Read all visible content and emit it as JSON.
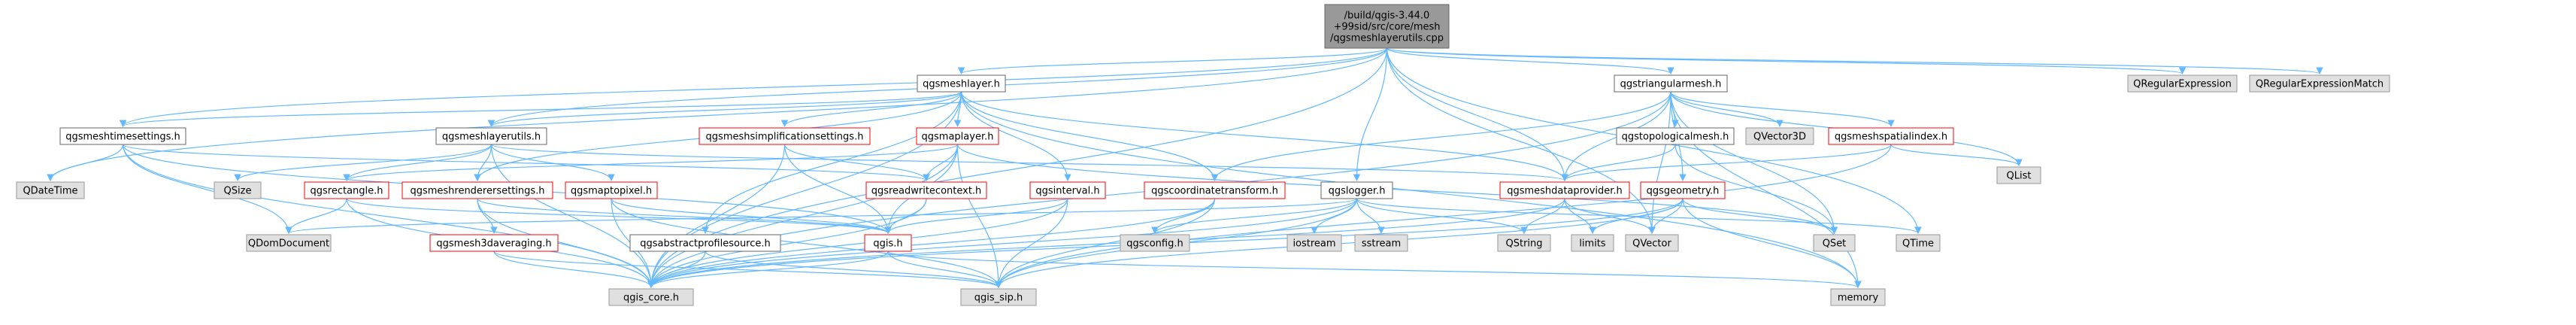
{
  "graph": {
    "colors": {
      "root_fill": "#999999",
      "root_stroke": "#666666",
      "documented_fill": "#ffffff",
      "documented_stroke": "#666666",
      "red_stroke": "#ff0000",
      "external_fill": "#e0e0e0",
      "external_stroke": "#999999",
      "edge": "#63b8ff"
    },
    "nodes": [
      {
        "id": "root",
        "kind": "root",
        "lines": [
          "/build/qgis-3.44.0",
          "+99sid/src/core/mesh",
          "/qgsmeshlayerutils.cpp"
        ]
      },
      {
        "id": "qgsmeshlayer_h",
        "kind": "doc",
        "lines": [
          "qgsmeshlayer.h"
        ]
      },
      {
        "id": "qgstriangularmesh_h",
        "kind": "doc",
        "lines": [
          "qgstriangularmesh.h"
        ]
      },
      {
        "id": "QRegularExpression",
        "kind": "ext",
        "lines": [
          "QRegularExpression"
        ]
      },
      {
        "id": "QRegularExpressionMatch",
        "kind": "ext",
        "lines": [
          "QRegularExpressionMatch"
        ]
      },
      {
        "id": "qgsmeshtimesettings_h",
        "kind": "doc",
        "lines": [
          "qgsmeshtimesettings.h"
        ]
      },
      {
        "id": "qgsmeshlayerutils_h",
        "kind": "doc",
        "lines": [
          "qgsmeshlayerutils.h"
        ]
      },
      {
        "id": "qgsmeshsimplificationsettings_h",
        "kind": "red",
        "lines": [
          "qgsmeshsimplificationsettings.h"
        ]
      },
      {
        "id": "qgsmaplayer_h",
        "kind": "red",
        "lines": [
          "qgsmaplayer.h"
        ]
      },
      {
        "id": "qgstopologicalmesh_h",
        "kind": "doc",
        "lines": [
          "qgstopologicalmesh.h"
        ]
      },
      {
        "id": "QVector3D",
        "kind": "ext",
        "lines": [
          "QVector3D"
        ]
      },
      {
        "id": "qgsmeshspatialindex_h",
        "kind": "red",
        "lines": [
          "qgsmeshspatialindex.h"
        ]
      },
      {
        "id": "QList",
        "kind": "ext",
        "lines": [
          "QList"
        ]
      },
      {
        "id": "QDateTime",
        "kind": "ext",
        "lines": [
          "QDateTime"
        ]
      },
      {
        "id": "QSize",
        "kind": "ext",
        "lines": [
          "QSize"
        ]
      },
      {
        "id": "qgsrectangle_h",
        "kind": "red",
        "lines": [
          "qgsrectangle.h"
        ]
      },
      {
        "id": "qgsmeshrenderersettings_h",
        "kind": "red",
        "lines": [
          "qgsmeshrenderersettings.h"
        ]
      },
      {
        "id": "qgsmaptopixel_h",
        "kind": "red",
        "lines": [
          "qgsmaptopixel.h"
        ]
      },
      {
        "id": "qgsreadwritecontext_h",
        "kind": "red",
        "lines": [
          "qgsreadwritecontext.h"
        ]
      },
      {
        "id": "qgsinterval_h",
        "kind": "red",
        "lines": [
          "qgsinterval.h"
        ]
      },
      {
        "id": "qgscoordinatetransform_h",
        "kind": "red",
        "lines": [
          "qgscoordinatetransform.h"
        ]
      },
      {
        "id": "qgslogger_h",
        "kind": "doc",
        "lines": [
          "qgslogger.h"
        ]
      },
      {
        "id": "qgsmeshdataprovider_h",
        "kind": "red",
        "lines": [
          "qgsmeshdataprovider.h"
        ]
      },
      {
        "id": "qgsgeometry_h",
        "kind": "red",
        "lines": [
          "qgsgeometry.h"
        ]
      },
      {
        "id": "QSet",
        "kind": "ext",
        "lines": [
          "QSet"
        ]
      },
      {
        "id": "QTime",
        "kind": "ext",
        "lines": [
          "QTime"
        ]
      },
      {
        "id": "QDomDocument",
        "kind": "ext",
        "lines": [
          "QDomDocument"
        ]
      },
      {
        "id": "qgsmesh3daveraging_h",
        "kind": "red",
        "lines": [
          "qgsmesh3daveraging.h"
        ]
      },
      {
        "id": "qgsabstractprofilesource_h",
        "kind": "doc",
        "lines": [
          "qgsabstractprofilesource.h"
        ]
      },
      {
        "id": "qgis_h",
        "kind": "red",
        "lines": [
          "qgis.h"
        ]
      },
      {
        "id": "qgsconfig_h",
        "kind": "ext",
        "lines": [
          "qgsconfig.h"
        ]
      },
      {
        "id": "iostream",
        "kind": "ext",
        "lines": [
          "iostream"
        ]
      },
      {
        "id": "sstream",
        "kind": "ext",
        "lines": [
          "sstream"
        ]
      },
      {
        "id": "QString",
        "kind": "ext",
        "lines": [
          "QString"
        ]
      },
      {
        "id": "limits",
        "kind": "ext",
        "lines": [
          "limits"
        ]
      },
      {
        "id": "QVector",
        "kind": "ext",
        "lines": [
          "QVector"
        ]
      },
      {
        "id": "qgis_core_h",
        "kind": "ext",
        "lines": [
          "qgis_core.h"
        ]
      },
      {
        "id": "qgis_sip_h",
        "kind": "ext",
        "lines": [
          "qgis_sip.h"
        ]
      },
      {
        "id": "memory",
        "kind": "ext",
        "lines": [
          "memory"
        ]
      }
    ],
    "edges": [
      [
        "root",
        "qgsmeshlayer_h"
      ],
      [
        "root",
        "qgstriangularmesh_h"
      ],
      [
        "root",
        "QRegularExpression"
      ],
      [
        "root",
        "QRegularExpressionMatch"
      ],
      [
        "root",
        "qgsmeshtimesettings_h"
      ],
      [
        "root",
        "QDateTime"
      ],
      [
        "root",
        "qgsmeshdataprovider_h"
      ],
      [
        "root",
        "qgslogger_h"
      ],
      [
        "root",
        "QVector"
      ],
      [
        "root",
        "QTime"
      ],
      [
        "root",
        "qgis_core_h"
      ],
      [
        "root",
        "qgsmeshlayerutils_h"
      ],
      [
        "qgsmeshlayer_h",
        "qgsmeshtimesettings_h"
      ],
      [
        "qgsmeshlayer_h",
        "qgsmeshlayerutils_h"
      ],
      [
        "qgsmeshlayer_h",
        "qgsmeshsimplificationsettings_h"
      ],
      [
        "qgsmeshlayer_h",
        "qgsmaplayer_h"
      ],
      [
        "qgsmeshlayer_h",
        "qgsinterval_h"
      ],
      [
        "qgsmeshlayer_h",
        "qgscoordinatetransform_h"
      ],
      [
        "qgsmeshlayer_h",
        "qgsmeshdataprovider_h"
      ],
      [
        "qgsmeshlayer_h",
        "qgsabstractprofilesource_h"
      ],
      [
        "qgsmeshlayer_h",
        "qgsmeshrenderersettings_h"
      ],
      [
        "qgsmeshlayer_h",
        "qgis_core_h"
      ],
      [
        "qgsmeshlayer_h",
        "memory"
      ],
      [
        "qgstriangularmesh_h",
        "qgstopologicalmesh_h"
      ],
      [
        "qgstriangularmesh_h",
        "QVector3D"
      ],
      [
        "qgstriangularmesh_h",
        "qgsmeshspatialindex_h"
      ],
      [
        "qgstriangularmesh_h",
        "QList"
      ],
      [
        "qgstriangularmesh_h",
        "qgsmeshdataprovider_h"
      ],
      [
        "qgstriangularmesh_h",
        "qgsgeometry_h"
      ],
      [
        "qgstriangularmesh_h",
        "qgscoordinatetransform_h"
      ],
      [
        "qgstriangularmesh_h",
        "QSet"
      ],
      [
        "qgstriangularmesh_h",
        "memory"
      ],
      [
        "qgstriangularmesh_h",
        "qgis_core_h"
      ],
      [
        "qgstriangularmesh_h",
        "QVector"
      ],
      [
        "qgsmeshtimesettings_h",
        "QDateTime"
      ],
      [
        "qgsmeshtimesettings_h",
        "QDomDocument"
      ],
      [
        "qgsmeshtimesettings_h",
        "qgsreadwritecontext_h"
      ],
      [
        "qgsmeshtimesettings_h",
        "qgis_core_h"
      ],
      [
        "qgsmeshtimesettings_h",
        "qgis_h"
      ],
      [
        "qgsmeshlayerutils_h",
        "qgsrectangle_h"
      ],
      [
        "qgsmeshlayerutils_h",
        "qgsmaptopixel_h"
      ],
      [
        "qgsmeshlayerutils_h",
        "qgsmeshdataprovider_h"
      ],
      [
        "qgsmeshlayerutils_h",
        "QSize"
      ],
      [
        "qgsmeshlayerutils_h",
        "qgis_core_h"
      ],
      [
        "qgsmeshlayerutils_h",
        "qgsmeshrenderersettings_h"
      ],
      [
        "qgsmeshsimplificationsettings_h",
        "qgsreadwritecontext_h"
      ],
      [
        "qgsmeshsimplificationsettings_h",
        "qgis_h"
      ],
      [
        "qgsmeshsimplificationsettings_h",
        "qgis_core_h"
      ],
      [
        "qgsmaplayer_h",
        "qgsrectangle_h"
      ],
      [
        "qgsmaplayer_h",
        "qgsreadwritecontext_h"
      ],
      [
        "qgsmaplayer_h",
        "qgis_h"
      ],
      [
        "qgsmaplayer_h",
        "qgis_sip_h"
      ],
      [
        "qgsmaplayer_h",
        "qgis_core_h"
      ],
      [
        "qgsmaplayer_h",
        "QSet"
      ],
      [
        "qgstopologicalmesh_h",
        "qgsmeshdataprovider_h"
      ],
      [
        "qgstopologicalmesh_h",
        "QSet"
      ],
      [
        "qgsmeshspatialindex_h",
        "QList"
      ],
      [
        "qgsmeshspatialindex_h",
        "qgis_sip_h"
      ],
      [
        "qgsmeshspatialindex_h",
        "qgsmeshdataprovider_h"
      ],
      [
        "qgsrectangle_h",
        "QDomDocument"
      ],
      [
        "qgsrectangle_h",
        "qgis_h"
      ],
      [
        "qgsrectangle_h",
        "qgis_core_h"
      ],
      [
        "qgsmeshrenderersettings_h",
        "qgsmesh3daveraging_h"
      ],
      [
        "qgsmeshrenderersettings_h",
        "qgis_h"
      ],
      [
        "qgsmeshrenderersettings_h",
        "qgis_core_h"
      ],
      [
        "qgsmaptopixel_h",
        "qgis_h"
      ],
      [
        "qgsmaptopixel_h",
        "qgis_core_h"
      ],
      [
        "qgsmaptopixel_h",
        "qgis_sip_h"
      ],
      [
        "qgsreadwritecontext_h",
        "qgis_h"
      ],
      [
        "qgsreadwritecontext_h",
        "qgis_core_h"
      ],
      [
        "qgsinterval_h",
        "qgis_h"
      ],
      [
        "qgsinterval_h",
        "qgis_sip_h"
      ],
      [
        "qgsinterval_h",
        "qgis_core_h"
      ],
      [
        "qgscoordinatetransform_h",
        "qgsconfig_h"
      ],
      [
        "qgscoordinatetransform_h",
        "qgis_core_h"
      ],
      [
        "qgscoordinatetransform_h",
        "qgis_sip_h"
      ],
      [
        "qgslogger_h",
        "iostream"
      ],
      [
        "qgslogger_h",
        "sstream"
      ],
      [
        "qgslogger_h",
        "QString"
      ],
      [
        "qgslogger_h",
        "QTime"
      ],
      [
        "qgslogger_h",
        "qgsconfig_h"
      ],
      [
        "qgslogger_h",
        "qgis_core_h"
      ],
      [
        "qgslogger_h",
        "QDomDocument"
      ],
      [
        "qgslogger_h",
        "qgis_sip_h"
      ],
      [
        "qgsmeshdataprovider_h",
        "limits"
      ],
      [
        "qgsmeshdataprovider_h",
        "QVector"
      ],
      [
        "qgsmeshdataprovider_h",
        "QString"
      ],
      [
        "qgsmeshdataprovider_h",
        "qgis_core_h"
      ],
      [
        "qgsgeometry_h",
        "QSet"
      ],
      [
        "qgsgeometry_h",
        "QVector"
      ],
      [
        "qgsgeometry_h",
        "limits"
      ],
      [
        "qgsgeometry_h",
        "memory"
      ],
      [
        "qgsgeometry_h",
        "qgis_core_h"
      ],
      [
        "qgsgeometry_h",
        "qgis_sip_h"
      ],
      [
        "qgsmesh3daveraging_h",
        "qgis_core_h"
      ],
      [
        "qgsmesh3daveraging_h",
        "qgis_sip_h"
      ],
      [
        "qgsabstractprofilesource_h",
        "qgis_core_h"
      ],
      [
        "qgsabstractprofilesource_h",
        "qgis_sip_h"
      ],
      [
        "qgis_h",
        "qgis_core_h"
      ],
      [
        "qgis_h",
        "qgis_sip_h"
      ],
      [
        "qgis_h",
        "memory"
      ]
    ]
  }
}
